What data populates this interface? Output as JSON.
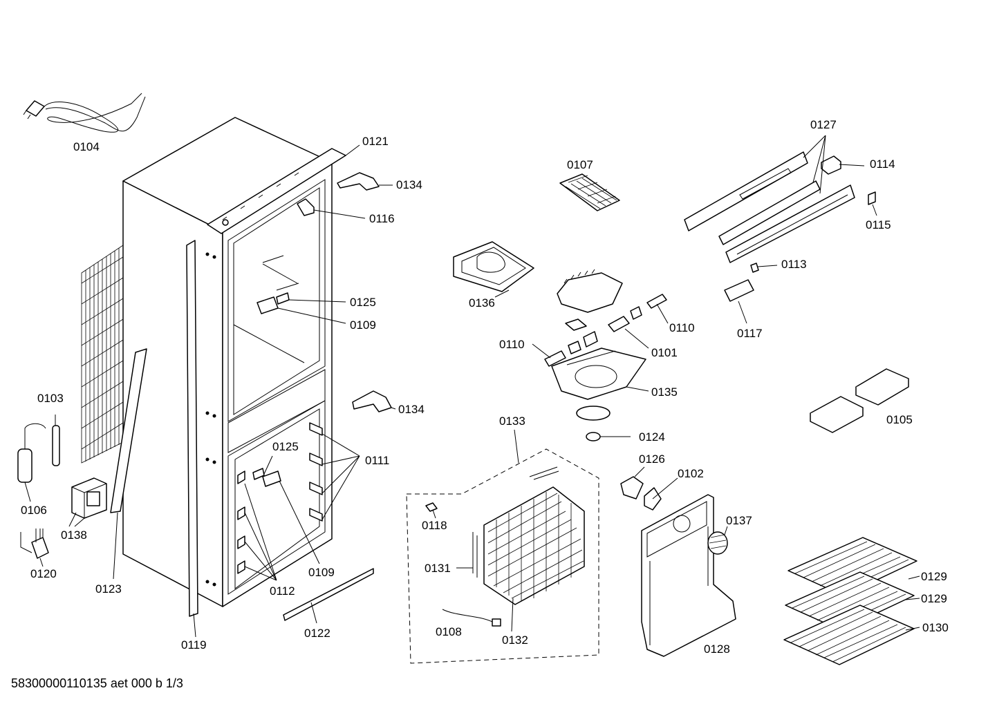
{
  "footer_code": "58300000110135 aet 000 b 1/3",
  "parts": [
    {
      "id": "p0104",
      "label": "0104"
    },
    {
      "id": "p0121",
      "label": "0121"
    },
    {
      "id": "p0134a",
      "label": "0134"
    },
    {
      "id": "p0116",
      "label": "0116"
    },
    {
      "id": "p0125a",
      "label": "0125"
    },
    {
      "id": "p0109a",
      "label": "0109"
    },
    {
      "id": "p0134b",
      "label": "0134"
    },
    {
      "id": "p0103",
      "label": "0103"
    },
    {
      "id": "p0125b",
      "label": "0125"
    },
    {
      "id": "p0111",
      "label": "0111"
    },
    {
      "id": "p0106",
      "label": "0106"
    },
    {
      "id": "p0138",
      "label": "0138"
    },
    {
      "id": "p0120",
      "label": "0120"
    },
    {
      "id": "p0123",
      "label": "0123"
    },
    {
      "id": "p0109b",
      "label": "0109"
    },
    {
      "id": "p0112",
      "label": "0112"
    },
    {
      "id": "p0119",
      "label": "0119"
    },
    {
      "id": "p0122",
      "label": "0122"
    },
    {
      "id": "p0107",
      "label": "0107"
    },
    {
      "id": "p0136",
      "label": "0136"
    },
    {
      "id": "p0110a",
      "label": "0110"
    },
    {
      "id": "p0110b",
      "label": "0110"
    },
    {
      "id": "p0101",
      "label": "0101"
    },
    {
      "id": "p0135",
      "label": "0135"
    },
    {
      "id": "p0124",
      "label": "0124"
    },
    {
      "id": "p0133",
      "label": "0133"
    },
    {
      "id": "p0118",
      "label": "0118"
    },
    {
      "id": "p0131",
      "label": "0131"
    },
    {
      "id": "p0108",
      "label": "0108"
    },
    {
      "id": "p0132",
      "label": "0132"
    },
    {
      "id": "p0126",
      "label": "0126"
    },
    {
      "id": "p0102",
      "label": "0102"
    },
    {
      "id": "p0137",
      "label": "0137"
    },
    {
      "id": "p0128",
      "label": "0128"
    },
    {
      "id": "p0127",
      "label": "0127"
    },
    {
      "id": "p0114",
      "label": "0114"
    },
    {
      "id": "p0115",
      "label": "0115"
    },
    {
      "id": "p0113",
      "label": "0113"
    },
    {
      "id": "p0117",
      "label": "0117"
    },
    {
      "id": "p0105",
      "label": "0105"
    },
    {
      "id": "p0129a",
      "label": "0129"
    },
    {
      "id": "p0129b",
      "label": "0129"
    },
    {
      "id": "p0130",
      "label": "0130"
    }
  ]
}
